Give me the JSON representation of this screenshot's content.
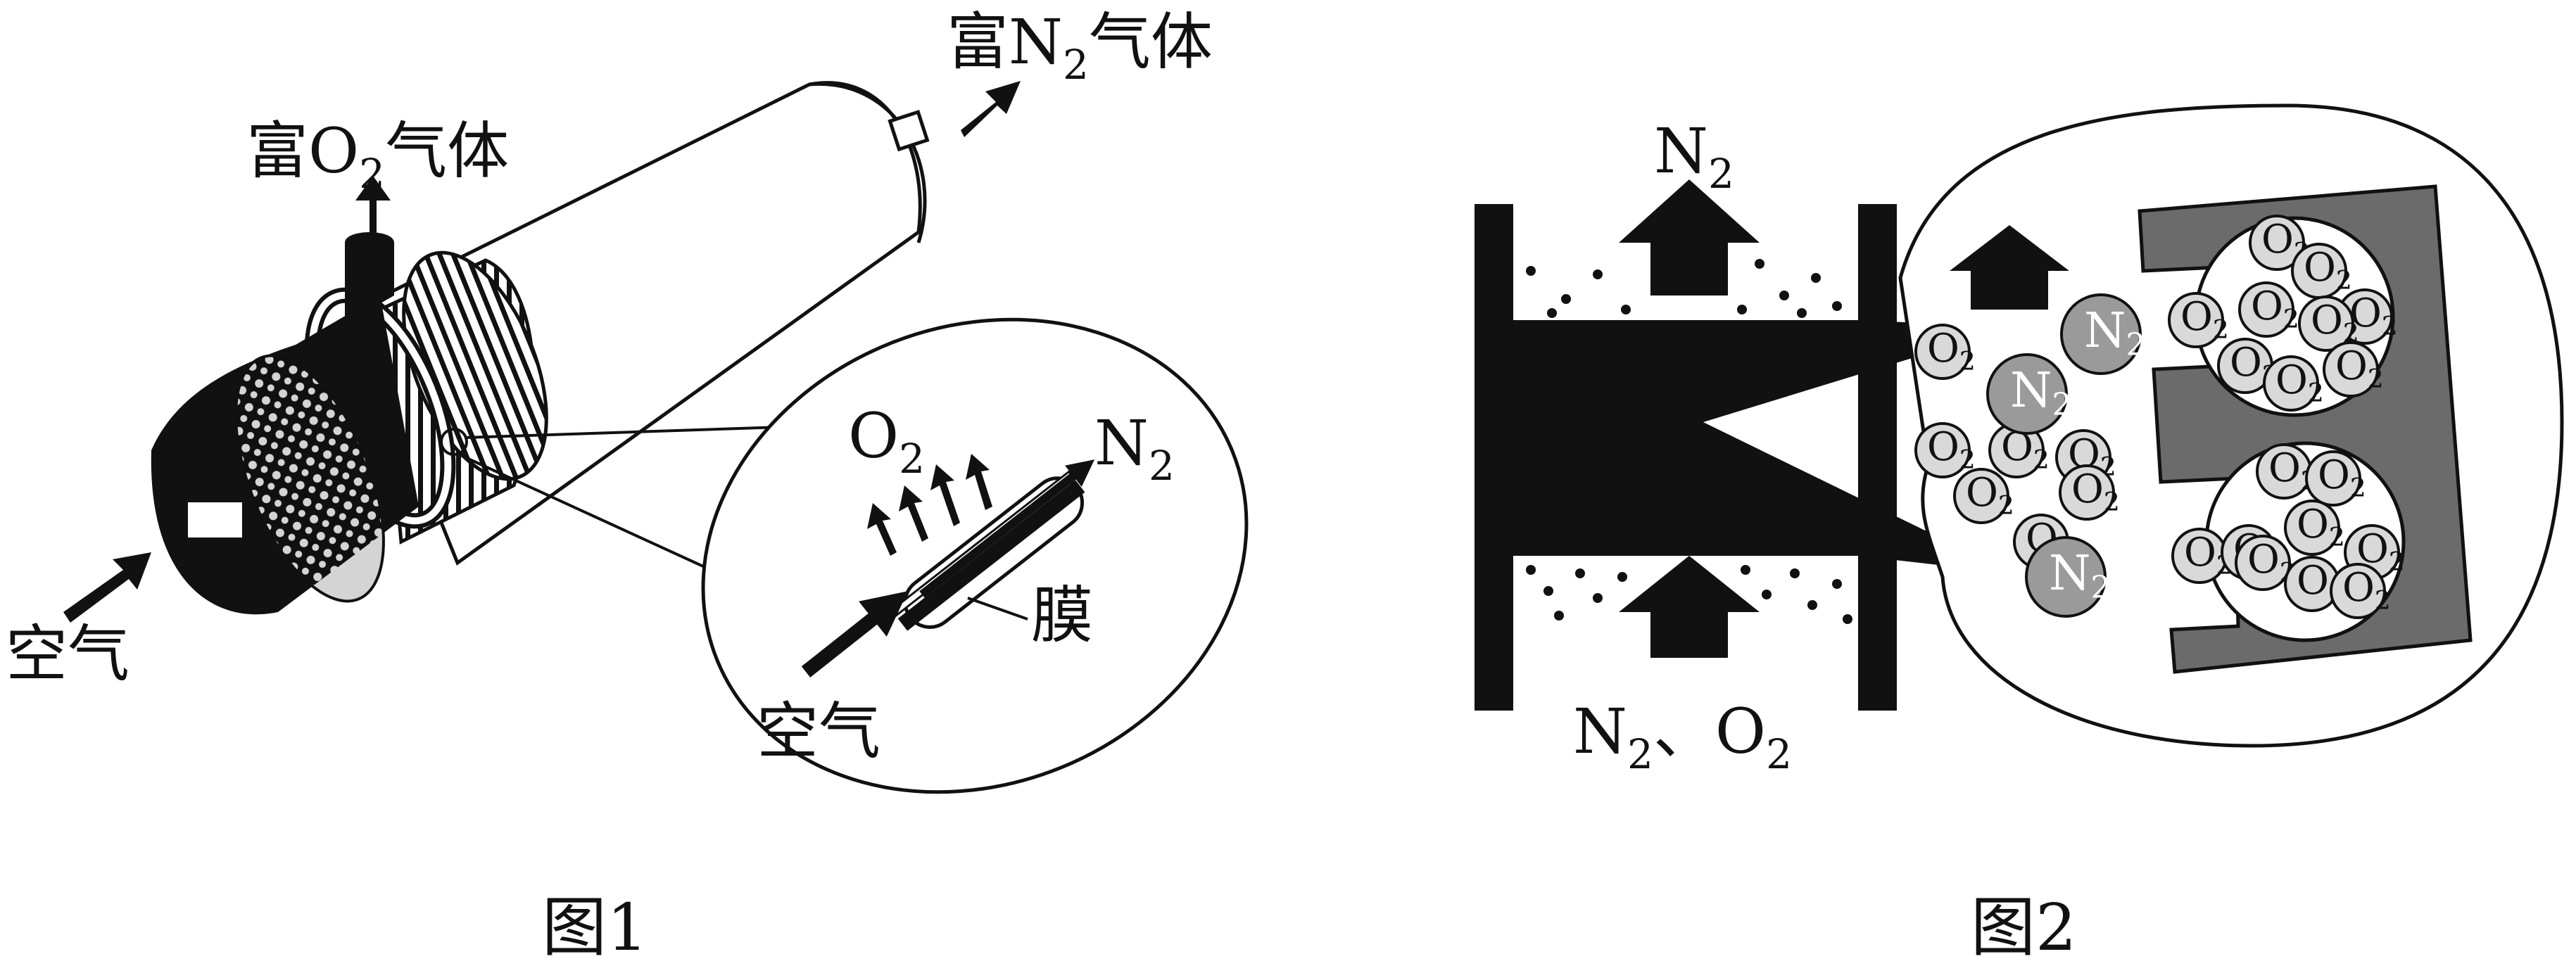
{
  "figure1": {
    "caption": "图1",
    "label_o2_rich": {
      "prefix": "富O",
      "sub": "2",
      "suffix": "气体"
    },
    "label_n2_rich": {
      "prefix": "富N",
      "sub": "2",
      "suffix": "气体"
    },
    "label_air_in": "空气",
    "zoom": {
      "label_o2": {
        "base": "O",
        "sub": "2"
      },
      "label_n2": {
        "base": "N",
        "sub": "2"
      },
      "label_membrane": "膜",
      "label_air": "空气"
    }
  },
  "figure2": {
    "caption": "图2",
    "label_top": {
      "base": "N",
      "sub": "2"
    },
    "label_bottom": {
      "a": "N",
      "a_sub": "2",
      "sep": "、",
      "b": "O",
      "b_sub": "2"
    },
    "molecules": {
      "o2": "O",
      "n2": "N",
      "sub": "2"
    }
  },
  "colors": {
    "ink": "#111111",
    "frame_gray": "#6b6b6b",
    "mol_fill": "#d9d9d9",
    "n2_fill": "#9a9a9a"
  }
}
